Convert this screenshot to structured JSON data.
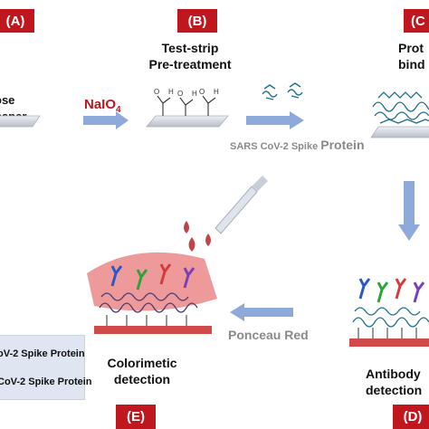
{
  "panels": {
    "a": {
      "badge": "(A)",
      "label": "ose paper"
    },
    "b": {
      "badge": "(B)",
      "label_line1": "Test-strip",
      "label_line2": "Pre-treatment"
    },
    "c": {
      "badge": "(C",
      "label_line1": "Prot",
      "label_line2": "bind"
    },
    "d": {
      "badge": "(D)",
      "label_line1": "Antibody",
      "label_line2": "detection"
    },
    "e": {
      "badge": "(E)",
      "label_line1": "Colorimetic",
      "label_line2": "detection"
    }
  },
  "reagents": {
    "naio4_main": "NaIO",
    "naio4_sub": "4",
    "sars_prefix": "SARS CoV-2 Spike ",
    "sars_suffix": "Protein",
    "ponceau": "Ponceau Red"
  },
  "legend": {
    "item1": "oV-2 Spike Protein",
    "item2": "CoV-2 Spike Protein"
  },
  "colors": {
    "badge": "#c0161e",
    "arrow": "#8eaadb",
    "stain": "#e8787a",
    "protein": "#1f6e8c"
  }
}
